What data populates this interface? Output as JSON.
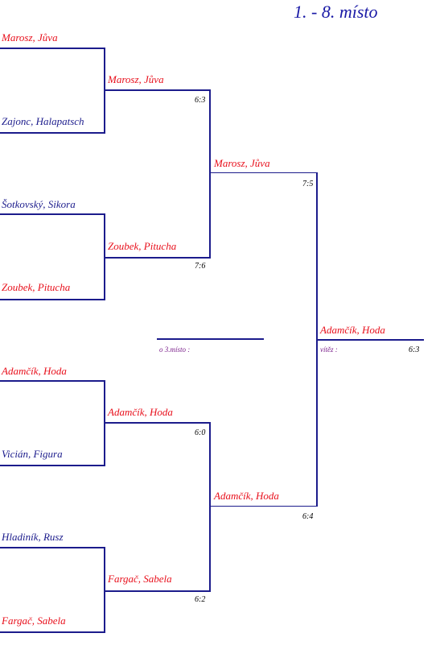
{
  "title": "1. - 8. místo",
  "round1": [
    {
      "top": "Marosz, Jůva",
      "bottom": "Zajonc, Halapatsch"
    },
    {
      "top": "Šotkovský, Sikora",
      "bottom": "Zoubek, Pitucha"
    },
    {
      "top": "Adamčík, Hoda",
      "bottom": "Vicián, Figura"
    },
    {
      "top": "Hladiník, Rusz",
      "bottom": "Fargač, Sabela"
    }
  ],
  "round2": [
    {
      "winner": "Marosz, Jůva",
      "score": "6:3"
    },
    {
      "winner": "Zoubek, Pitucha",
      "score": "7:6"
    },
    {
      "winner": "Adamčík, Hoda",
      "score": "6:0"
    },
    {
      "winner": "Fargač, Sabela",
      "score": "6:2"
    }
  ],
  "semis": [
    {
      "winner": "Marosz, Jůva",
      "score": "7:5"
    },
    {
      "winner": "Adamčík, Hoda",
      "score": "6:4"
    }
  ],
  "final": {
    "winner": "Adamčík, Hoda",
    "label": "vítěz :",
    "score": "6:3"
  },
  "third_place": {
    "label": "o 3.místo :"
  },
  "colors": {
    "winner": "#e8101c",
    "loser": "#1c1c8c",
    "lines": "#1c1c8c",
    "final_line": "#000000",
    "title": "#1a1aa6"
  }
}
